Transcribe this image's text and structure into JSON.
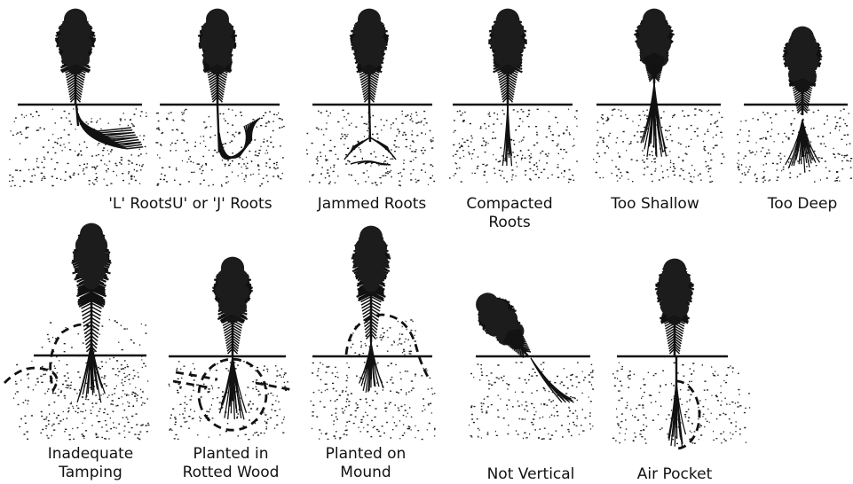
{
  "panels": [
    {
      "id": "l-roots",
      "label": "'L' Roots"
    },
    {
      "id": "u-j-roots",
      "label": "'U' or 'J' Roots"
    },
    {
      "id": "jammed-roots",
      "label": "Jammed Roots"
    },
    {
      "id": "compacted-roots",
      "label": "Compacted\nRoots"
    },
    {
      "id": "too-shallow",
      "label": "Too Shallow"
    },
    {
      "id": "too-deep",
      "label": "Too Deep"
    },
    {
      "id": "inadequate-tamping",
      "label": "Inadequate\nTamping"
    },
    {
      "id": "rotted-wood",
      "label": "Planted in\nRotted Wood"
    },
    {
      "id": "planted-on-mound",
      "label": "Planted on\nMound"
    },
    {
      "id": "not-vertical",
      "label": "Not Vertical"
    },
    {
      "id": "air-pocket",
      "label": "Air Pocket"
    }
  ],
  "icons": [
    "seedling-icon",
    "soil-icon",
    "root-icon",
    "dashed-outline-icon"
  ]
}
